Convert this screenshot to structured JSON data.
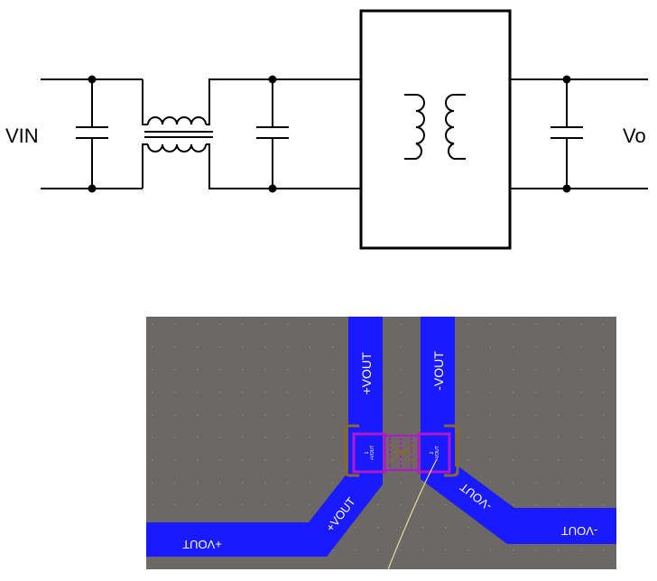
{
  "schematic": {
    "input_label": "VIN",
    "output_label": "Vo"
  },
  "pcb": {
    "colors": {
      "background": "#6b6865",
      "copper": "#1a1aff",
      "pad": "#b018c8",
      "outline": "#8a6a2c",
      "ratsnest": "#e8e0a0",
      "grid_dot": "#8e8b88"
    },
    "labels": {
      "pos_trace_vertical": "+VOUT",
      "neg_trace_vertical": "-VOUT",
      "pos_trace_diagonal": "+VOUT",
      "neg_trace_diagonal": "-VOUT",
      "pos_trace_horizontal": "+VOUT",
      "neg_trace_horizontal": "-VOUT",
      "pad1_number": "1",
      "pad1_net": "+VOUT",
      "pad2_number": "2",
      "pad2_net": "-VOUT"
    }
  }
}
